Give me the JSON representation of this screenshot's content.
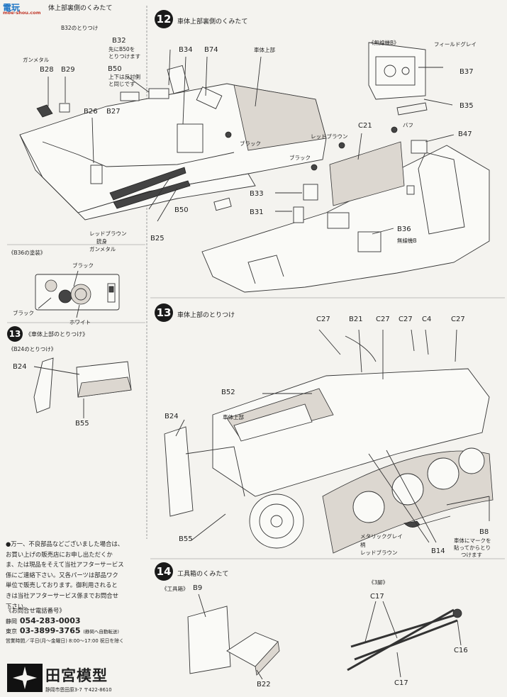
{
  "watermark": {
    "title": "電玩",
    "site": "moe-shou.com"
  },
  "step12": {
    "num": "12",
    "title": "車体上部裏側のくみたて",
    "header_fragment": "体上部裏側のくみたて",
    "labels": {
      "b32_note_head": "B32のとりつけ",
      "b32": "B32",
      "b32_note1": "先にB50を",
      "b32_note2": "とりつけます",
      "b50a": "B50",
      "b50_note1": "上下は反対側",
      "b50_note2": "と同じです",
      "gunmetal_a": "ガンメタル",
      "b28": "B28",
      "b29": "B29",
      "b26": "B26",
      "b27": "B27",
      "b34": "B34",
      "b74": "B74",
      "upper_hull": "車体上部",
      "black_a": "ブラック",
      "b50b": "B50",
      "red_brown_a": "レッドブラウン",
      "gun_body": "銃身",
      "gunmetal_b": "ガンメタル",
      "b25": "B25",
      "radio_b_head": "《無線機B》",
      "field_grey": "フィールドグレイ",
      "b37": "B37",
      "b35": "B35",
      "c21": "C21",
      "red_brown_b": "レッドブラウン",
      "buff": "バフ",
      "b47": "B47",
      "black_b": "ブラック",
      "b33": "B33",
      "b31": "B31",
      "b36": "B36",
      "radio_b": "無線機B"
    }
  },
  "b36_paint": {
    "head": "《B36の塗装》",
    "black_top": "ブラック",
    "black_left": "ブラック",
    "white": "ホワイト"
  },
  "step13": {
    "num": "13",
    "title": "車体上部のとりつけ",
    "sub_title": "《車体上部のとりつけ》",
    "b24_head": "《B24のとりつけ》",
    "b24a": "B24",
    "b55a": "B55",
    "labels": {
      "c27a": "C27",
      "b21": "B21",
      "c27b": "C27",
      "c27c": "C27",
      "c4": "C4",
      "c27d": "C27",
      "b52": "B52",
      "upper_hull": "車体上部",
      "b24": "B24",
      "b55": "B55",
      "metallic_grey": "メタリックグレイ",
      "handle": "柄",
      "red_brown": "レッドブラウン",
      "b14": "B14",
      "b8": "B8",
      "decal_note1": "車体にマークを",
      "decal_note2": "貼ってからとり",
      "decal_note3": "つけます"
    }
  },
  "step14": {
    "num": "14",
    "title": "工具箱のくみたて",
    "toolbox_head": "《工具箱》",
    "tripod_head": "《3脚》",
    "b9": "B9",
    "b22": "B22",
    "c17a": "C17",
    "c16": "C16",
    "c17b": "C17"
  },
  "notes": {
    "lines": [
      "●万一、不良部品などございました場合は、",
      "お買い上げの販売店にお申し出ただくか",
      "ま、たは現品をそえて当社アフターサービス",
      "係にご連絡下さい。又各パーツは部品ワク",
      "単位で販売しております。御利用されると",
      "きは当社アフターサービス係までお問合せ",
      "下さい。"
    ]
  },
  "contact": {
    "head": "《お問合せ電話番号》",
    "shizuoka_label": "静岡",
    "shizuoka_number": "054-283-0003",
    "tokyo_label": "東京",
    "tokyo_number": "03-3899-3765",
    "tokyo_note": "(静岡へ自動転送)",
    "hours": "営業時間／平日(月〜金曜日) 8:00〜17:00 祝日を除く"
  },
  "brand": {
    "name": "田宮模型",
    "address": "静岡市恩田原3-7 〒422-8610"
  }
}
